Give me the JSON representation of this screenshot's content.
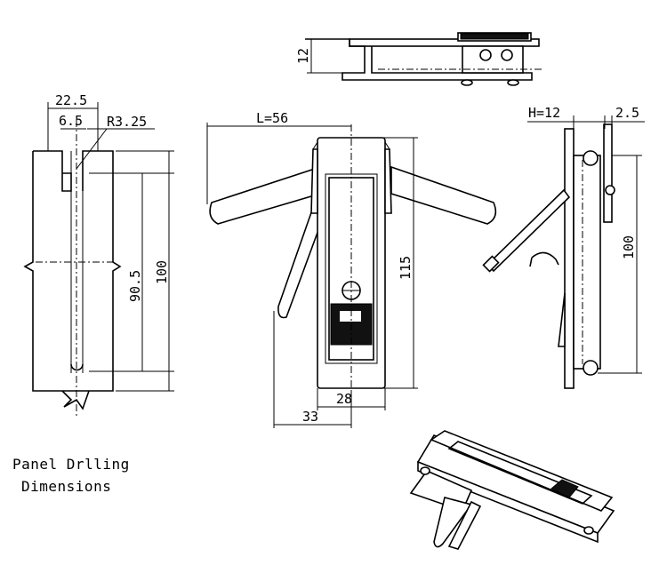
{
  "caption": {
    "line1": "Panel Drlling",
    "line2": "Dimensions"
  },
  "top_view": {
    "height_label": "12"
  },
  "cutout_view": {
    "width_label": "22.5",
    "slot_label": "6.5",
    "radius_label": "R3.25",
    "inner_height_label": "90.5",
    "outer_height_label": "100"
  },
  "front_view": {
    "length_label": "L=56",
    "height_label": "115",
    "body_width_label": "28",
    "overall_width_label": "33"
  },
  "side_view": {
    "h_label": "H=12",
    "offset_label": "2.5",
    "height_label": "100"
  }
}
